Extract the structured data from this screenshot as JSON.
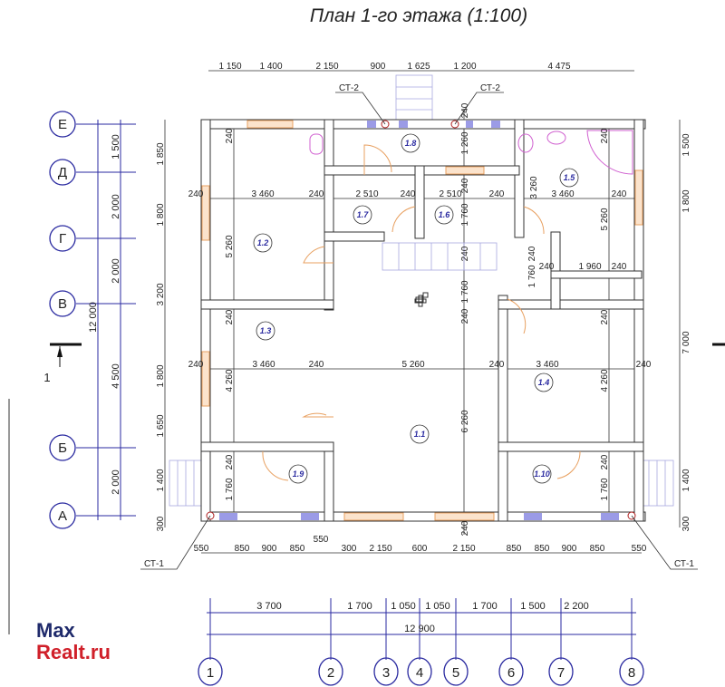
{
  "title": "План 1-го этажа (1:100)",
  "axes_letters": [
    "Е",
    "Д",
    "Г",
    "В",
    "Б",
    "А"
  ],
  "axes_numbers": [
    "1",
    "2",
    "3",
    "4",
    "5",
    "6",
    "7",
    "8"
  ],
  "rooms": [
    "1.8",
    "1.5",
    "1.7",
    "1.6",
    "1.2",
    "1.3",
    "1.4",
    "1.1",
    "1.9",
    "1.10"
  ],
  "callouts": [
    "СТ-2",
    "СТ-2",
    "СТ-1",
    "СТ-1"
  ],
  "section_mark": "1",
  "dims_top": [
    "1 150",
    "1 400",
    "2 150",
    "900",
    "1 625",
    "1 200",
    "4 475"
  ],
  "dims_bottom": [
    "550",
    "850",
    "900",
    "850",
    "550",
    "300",
    "2 150",
    "600",
    "2 150",
    "850",
    "850",
    "900",
    "850",
    "550"
  ],
  "dims_axis_bottom": [
    "3 700",
    "1 700",
    "1 050",
    "1 050",
    "1 700",
    "1 500",
    "2 200"
  ],
  "dims_axis_total": "12 900",
  "dims_axis_left": [
    "1 500",
    "2 000",
    "2 000",
    "4 500",
    "2 000"
  ],
  "dims_axis_left_total": "12 000",
  "dims_left": [
    "1 850",
    "1 800",
    "3 200",
    "1 800",
    "1 650",
    "1 400",
    "300"
  ],
  "dims_right": [
    "1 500",
    "1 800",
    "7 000",
    "1 400",
    "300"
  ],
  "dims_row1": [
    "240",
    "3 460",
    "240",
    "2 510",
    "240",
    "2 510",
    "240",
    "3 460",
    "240"
  ],
  "dims_row2": [
    "240",
    "3 460",
    "240",
    "5 260",
    "240",
    "3 460",
    "240"
  ],
  "dims_row3": [
    "240",
    "1 960",
    "240"
  ],
  "dims_vertical": [
    "240",
    "5 260",
    "240",
    "4 260",
    "240",
    "1 760",
    "240",
    "5 260",
    "240",
    "4 260",
    "240",
    "1 760",
    "240",
    "1 260",
    "240",
    "1 760",
    "240",
    "1 760",
    "240",
    "6 260",
    "240",
    "3 260",
    "1 760",
    "240"
  ],
  "logo": {
    "line1": "Max",
    "line2": "Realt.ru",
    "color1": "#1f2a6b",
    "color2": "#d0202a"
  }
}
